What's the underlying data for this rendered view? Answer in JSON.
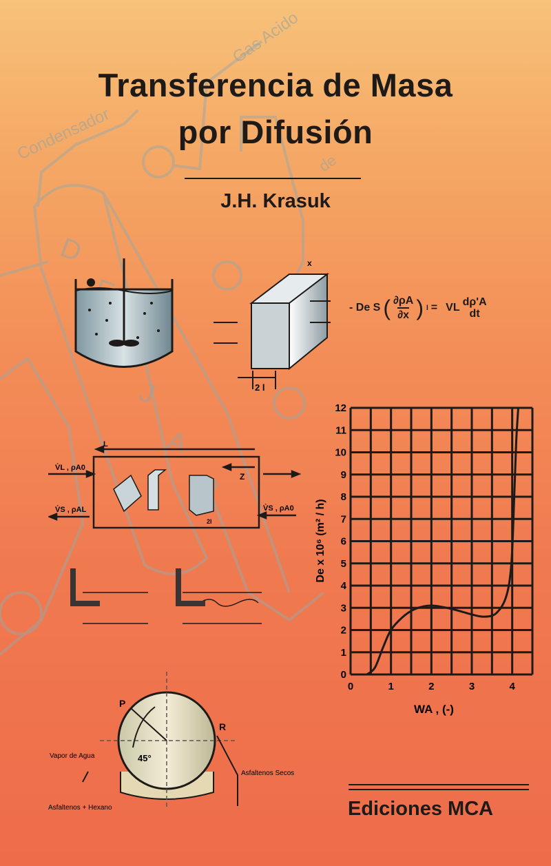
{
  "cover": {
    "title_line1": "Transferencia de Masa",
    "title_line2": "por Difusión",
    "author": "J.H. Krasuk",
    "publisher": "Ediciones MCA"
  },
  "watermark": {
    "labels": [
      "Gas Acido",
      "Condensador",
      "de",
      "D",
      "E",
      "J",
      "A",
      "R"
    ]
  },
  "illustrations": {
    "slab_labels": {
      "x": "x",
      "thickness": "2 l"
    },
    "equation": {
      "lhs": "- De S",
      "partial_num": "∂ρA",
      "partial_den": "∂x",
      "subscript": "l",
      "equals": "=",
      "rhs": "VL",
      "rhs_num": "dρ'A",
      "rhs_den": "dt"
    },
    "flow_labels": {
      "L": "L",
      "Z": "Z",
      "inlet_top": "V̇L , ρA0",
      "outlet_bottom": "V̇S , ρAL",
      "inlet_right": "V̇S , ρA0",
      "dim": "2l"
    },
    "drum_labels": {
      "P": "P",
      "R": "R",
      "angle": "45°",
      "vapor": "Vapor de Agua",
      "dry": "Asfaltenos Secos",
      "mix": "Asfaltenos + Hexano"
    }
  },
  "chart_data": {
    "type": "line",
    "xlabel": "WA , (-)",
    "ylabel": "De x 10⁶ (m² / h)",
    "xlim": [
      0,
      4.5
    ],
    "ylim": [
      0,
      12
    ],
    "xticks": [
      "0",
      "1",
      "2",
      "3",
      "4"
    ],
    "yticks": [
      "0",
      "1",
      "2",
      "3",
      "4",
      "5",
      "6",
      "7",
      "8",
      "9",
      "10",
      "11",
      "12"
    ],
    "grid": true,
    "x": [
      0.4,
      0.6,
      0.8,
      1.0,
      1.3,
      1.6,
      2.0,
      2.5,
      3.0,
      3.3,
      3.6,
      3.85,
      3.98,
      4.05,
      4.1,
      4.15
    ],
    "y": [
      0,
      0.3,
      1.2,
      2.0,
      2.6,
      2.95,
      3.1,
      2.95,
      2.7,
      2.6,
      2.75,
      3.5,
      5,
      8,
      10.5,
      12
    ]
  },
  "colors": {
    "ink": "#1e1a18",
    "watermark": "#9aa3a0",
    "steel": "#b9c6cc"
  }
}
